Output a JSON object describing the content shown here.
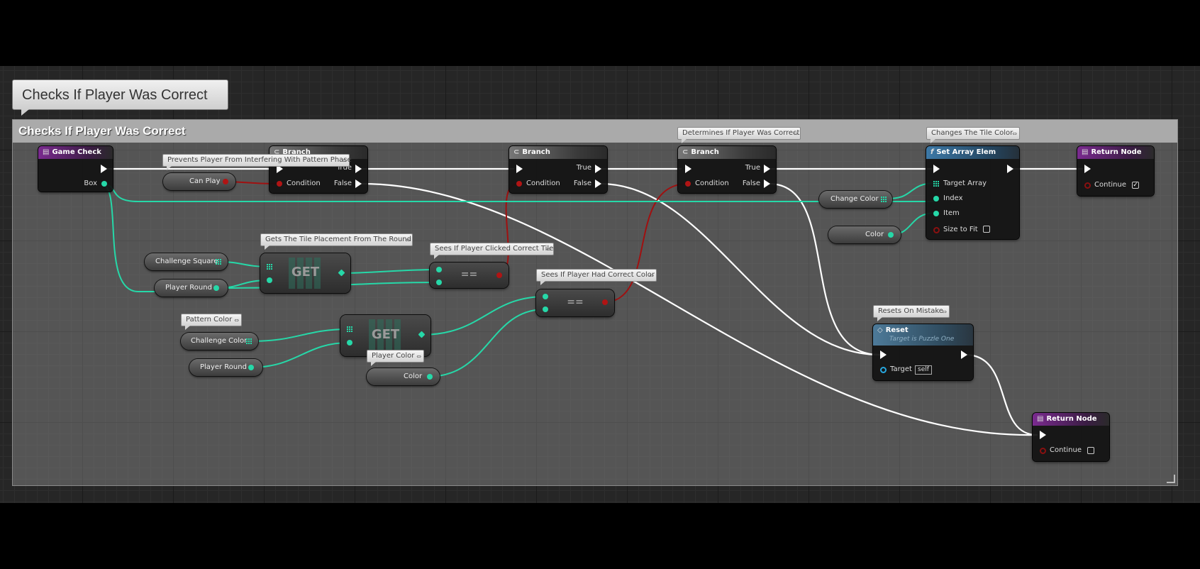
{
  "comment": {
    "bubble": "Checks If Player Was Correct",
    "title": "Checks If Player Was Correct"
  },
  "nodes": {
    "game_check": {
      "title": "Game Check",
      "pin_box": "Box"
    },
    "branch1": {
      "title": "Branch",
      "pin_true": "True",
      "pin_condition": "Condition",
      "pin_false": "False"
    },
    "branch2": {
      "title": "Branch",
      "pin_true": "True",
      "pin_condition": "Condition",
      "pin_false": "False"
    },
    "branch3": {
      "title": "Branch",
      "pin_true": "True",
      "pin_condition": "Condition",
      "pin_false": "False"
    },
    "set_array": {
      "title": "Set Array Elem",
      "pin_target_array": "Target Array",
      "pin_index": "Index",
      "pin_item": "Item",
      "pin_size_to_fit": "Size to Fit"
    },
    "return1": {
      "title": "Return Node",
      "pin_continue": "Continue"
    },
    "return2": {
      "title": "Return Node",
      "pin_continue": "Continue"
    },
    "reset": {
      "title": "Reset",
      "subtitle": "Target is Puzzle One",
      "pin_target": "Target",
      "self_value": "self"
    },
    "get1": {
      "label": "GET"
    },
    "get2": {
      "label": "GET"
    },
    "eq1": {
      "label": "=="
    },
    "eq2": {
      "label": "=="
    }
  },
  "variables": {
    "can_play": "Can Play",
    "challenge_square": "Challenge Square",
    "player_round_1": "Player Round",
    "challenge_color": "Challenge Color",
    "player_round_2": "Player Round",
    "color_1": "Color",
    "change_color": "Change Color",
    "color_2": "Color"
  },
  "notes": {
    "prevents": "Prevents Player From Interfering With Pattern Phase",
    "determines": "Determines If Player Was Correct",
    "changes": "Changes The Tile Color",
    "gets_tile": "Gets The Tile Placement From The Round",
    "sees_clicked": "Sees If Player Clicked Correct Tile",
    "sees_color": "Sees If Player Had Correct Color",
    "pattern_color": "Pattern Color",
    "player_color": "Player Color",
    "resets": "Resets On Mistake"
  },
  "colors": {
    "exec_wire": "#ffffff",
    "data_wire": "#26d8a8",
    "bool_wire": "#a01010",
    "event_header": "#7a2a8f",
    "function_header": "#3d79a7"
  },
  "icons": {
    "event": "event-icon",
    "branch": "branch-icon",
    "function": "function-icon",
    "reset": "diamond-icon",
    "note_pin": "pin-icon"
  }
}
